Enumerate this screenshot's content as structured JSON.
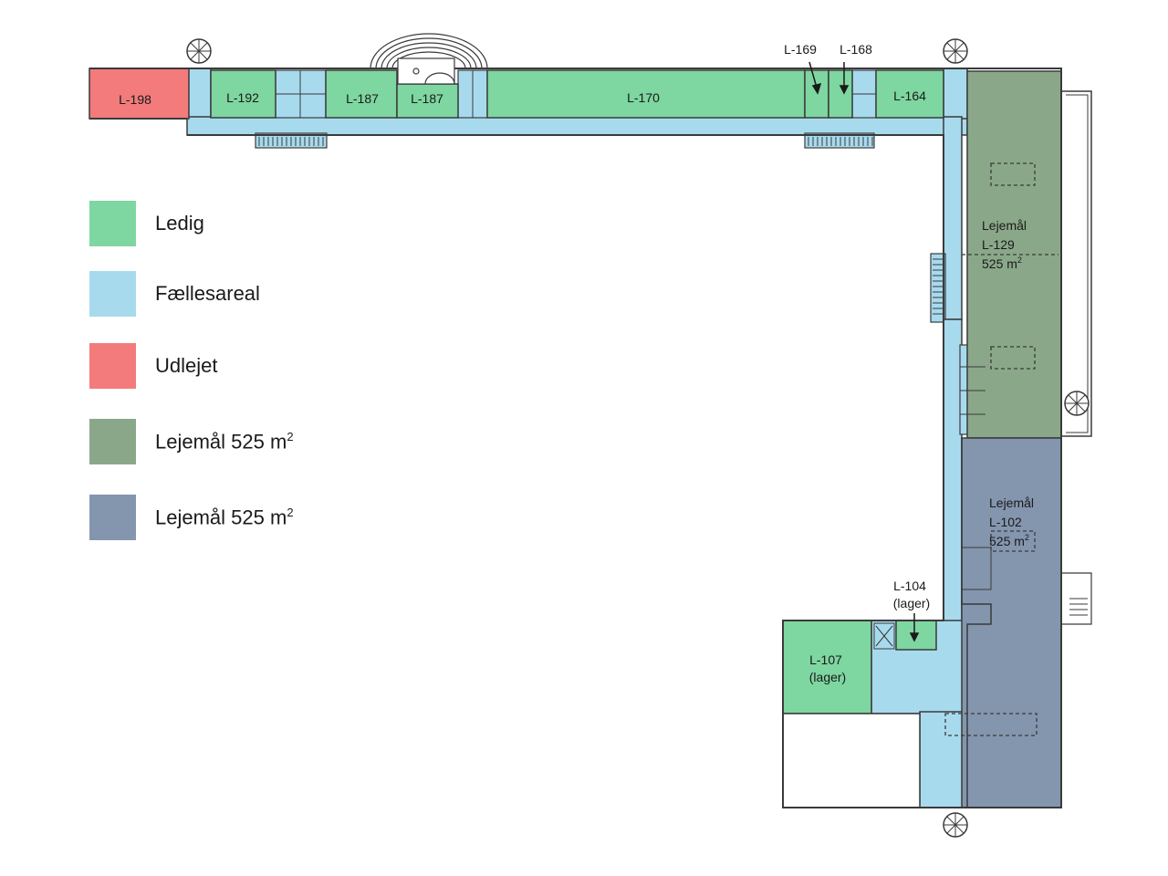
{
  "colors": {
    "ledig": "#7ed6a0",
    "faellesareal": "#a8daee",
    "udlejet": "#f37b7b",
    "lejemaal_129": "#8aa889",
    "lejemaal_102": "#8496ae",
    "wall": "#3a3a3a"
  },
  "legend": [
    {
      "label": "Ledig",
      "sup": "",
      "color": "#7ed6a0"
    },
    {
      "label": "Fællesareal",
      "sup": "",
      "color": "#a8daee"
    },
    {
      "label": "Udlejet",
      "sup": "",
      "color": "#f37b7b"
    },
    {
      "label": "Lejemål 525 m",
      "sup": "2",
      "color": "#8aa889"
    },
    {
      "label": "Lejemål 525 m",
      "sup": "2",
      "color": "#8496ae"
    }
  ],
  "units": {
    "l198": "L-198",
    "l192": "L-192",
    "l187a": "L-187",
    "l187b": "L-187",
    "l170": "L-170",
    "l169": "L-169",
    "l168": "L-168",
    "l164": "L-164",
    "l129": {
      "line1": "Lejemål",
      "line2": "L-129",
      "line3": "525 m",
      "sup": "2"
    },
    "l102": {
      "line1": "Lejemål",
      "line2": "L-102",
      "line3": "525 m",
      "sup": "2"
    },
    "l104": {
      "line1": "L-104",
      "line2": "(lager)"
    },
    "l107": {
      "line1": "L-107",
      "line2": "(lager)"
    }
  }
}
